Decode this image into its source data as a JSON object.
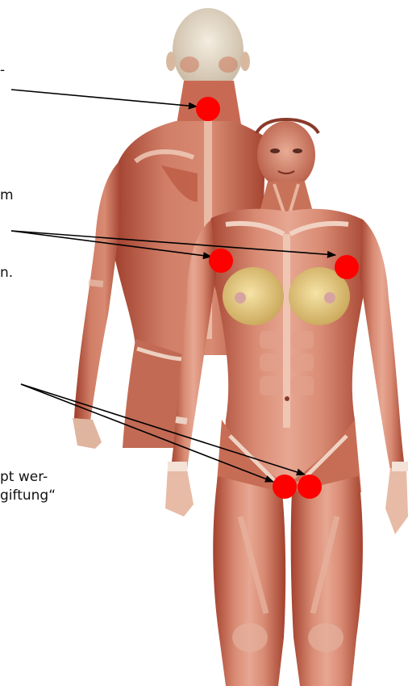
{
  "labels": {
    "line1": "-",
    "line2": "m",
    "line3": "n.",
    "line4": "pt wer-",
    "line5": "giftung“"
  },
  "figures": {
    "back_figure": "muscular-torso-back-view",
    "front_figure": "muscular-female-front-view"
  },
  "markers": {
    "color": "#ff0000",
    "names": [
      "neck-point",
      "left-shoulder-point",
      "right-shoulder-point",
      "left-groin-point",
      "right-groin-point"
    ]
  },
  "colors": {
    "skin_dark": "#b24a34",
    "skin_mid": "#d4806a",
    "skin_light": "#f0c2ad",
    "breast": "#e9d08a",
    "head_back": "#e8dfcf"
  }
}
